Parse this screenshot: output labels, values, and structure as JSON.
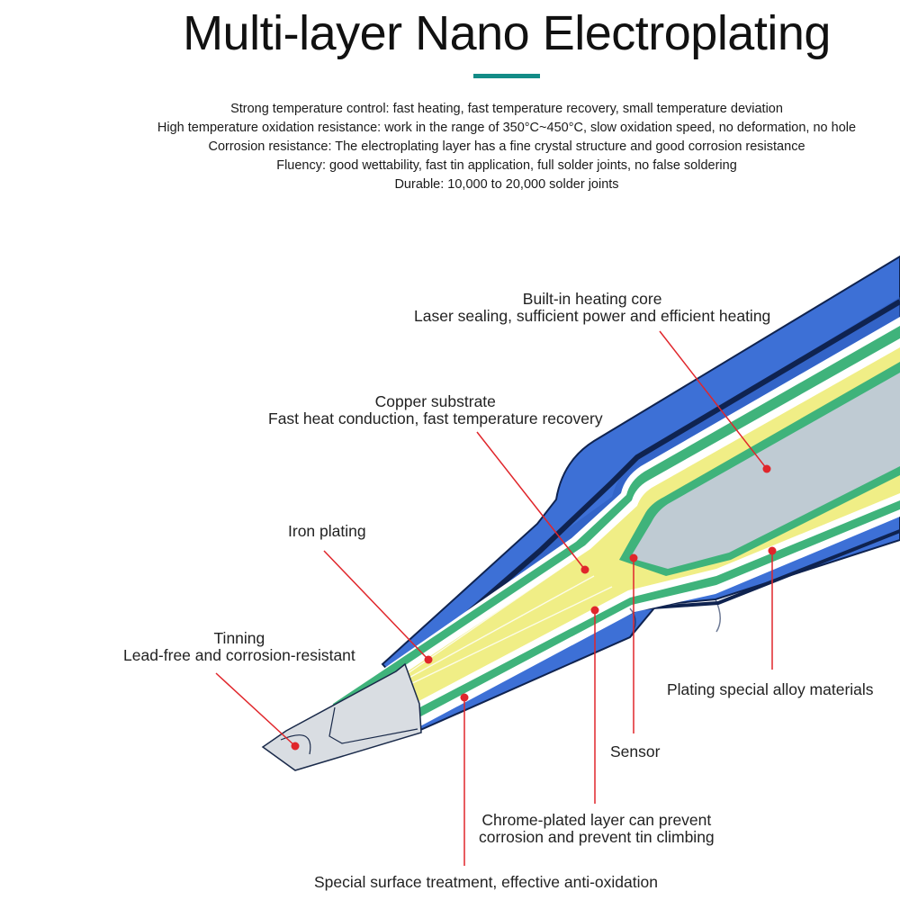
{
  "title": "Multi-layer Nano Electroplating",
  "accent_color": "#138c87",
  "features": [
    "Strong temperature control: fast heating, fast temperature recovery, small temperature deviation",
    "High temperature oxidation resistance: work in the range of 350°C~450°C, slow oxidation speed, no deformation, no hole",
    "Corrosion resistance: The electroplating layer has a fine crystal structure and good corrosion resistance",
    "Fluency: good wettability, fast tin application, full solder joints, no false soldering",
    "Durable: 10,000 to 20,000 solder joints"
  ],
  "layer_colors": {
    "outer_blue": "#3d70d6",
    "dark_line": "#0f2350",
    "white_layer": "#ffffff",
    "green_layer": "#3fb37b",
    "yellow_core": "#f0ee86",
    "gray_core": "#bfcbd3",
    "tip_silver": "#d9dde2",
    "leader_line": "#e0262b"
  },
  "labels": {
    "heating_core": {
      "line1": "Built-in heating core",
      "line2": "Laser sealing, sufficient power and efficient heating"
    },
    "copper": {
      "line1": "Copper substrate",
      "line2": "Fast heat conduction, fast temperature recovery"
    },
    "iron": {
      "line1": "Iron plating"
    },
    "tinning": {
      "line1": "Tinning",
      "line2": "Lead-free and corrosion-resistant"
    },
    "alloy": {
      "line1": "Plating special alloy materials"
    },
    "sensor": {
      "line1": "Sensor"
    },
    "chrome": {
      "line1": "Chrome-plated layer can prevent",
      "line2": "corrosion and prevent tin climbing"
    },
    "surface": {
      "line1": "Special surface treatment, effective anti-oxidation"
    }
  }
}
